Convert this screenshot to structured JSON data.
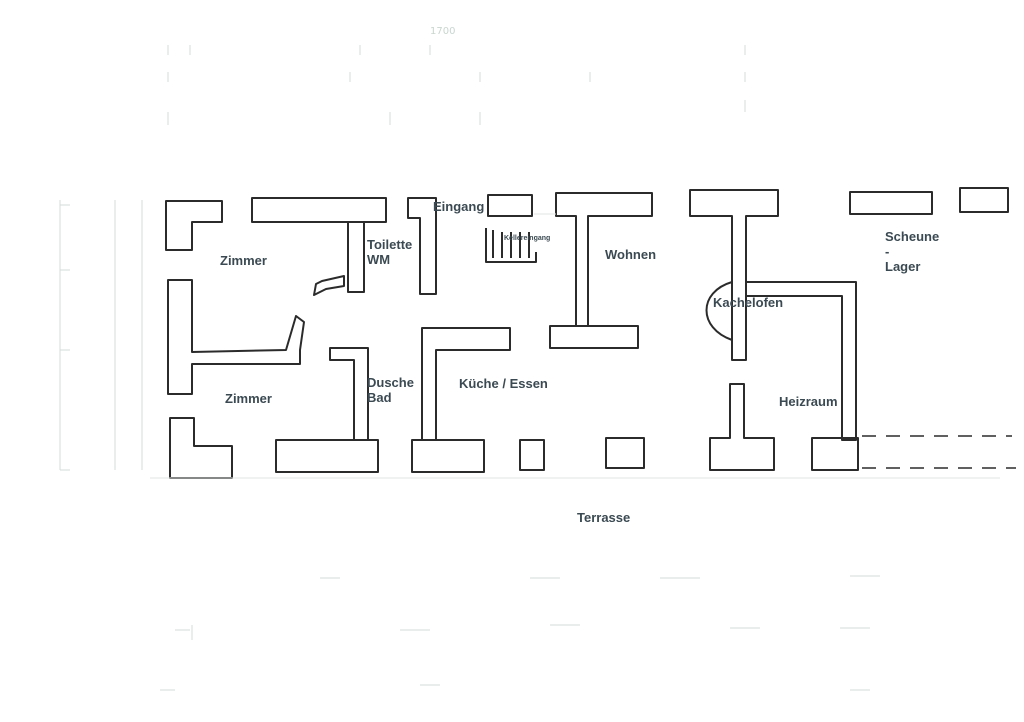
{
  "rooms": {
    "zimmer_top": "Zimmer",
    "toilette_line1": "Toilette",
    "toilette_line2": "WM",
    "eingang": "Eingang",
    "kellereingang": "Kellereingang",
    "wohnen": "Wohnen",
    "scheune_line1": "Scheune",
    "scheune_line2": "-",
    "scheune_line3": "Lager",
    "kachelofen": "Kachelofen",
    "zimmer_bottom": "Zimmer",
    "dusche_line1": "Dusche",
    "dusche_line2": "Bad",
    "kueche": "Küche / Essen",
    "heizraum": "Heizraum",
    "terrasse": "Terrasse"
  },
  "faint_notes": {
    "top_dimension": "1700"
  },
  "colors": {
    "wall_stroke": "#2b2b2b",
    "label_text": "#3b4a52",
    "faint_pencil": "#c9d6cf"
  }
}
